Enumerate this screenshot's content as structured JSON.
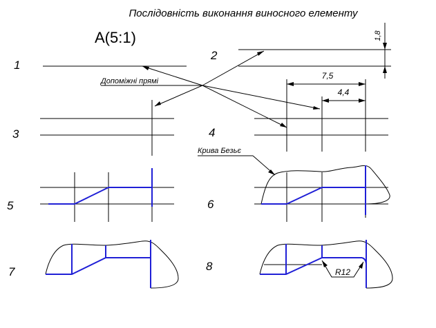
{
  "title": "Послідовність виконання виносного елементу",
  "scale_label": "A(5:1)",
  "step_numbers": [
    "1",
    "2",
    "3",
    "4",
    "5",
    "6",
    "7",
    "8"
  ],
  "annotations": {
    "auxiliary_lines": "Допоміжні прямі",
    "bezier_curve": "Крива Безьє"
  },
  "dimensions": {
    "height": "1,8",
    "length_total": "7,5",
    "length_part": "4,4",
    "radius": "R12"
  },
  "colors": {
    "line": "#000000",
    "contour": "#1f1fd6"
  }
}
